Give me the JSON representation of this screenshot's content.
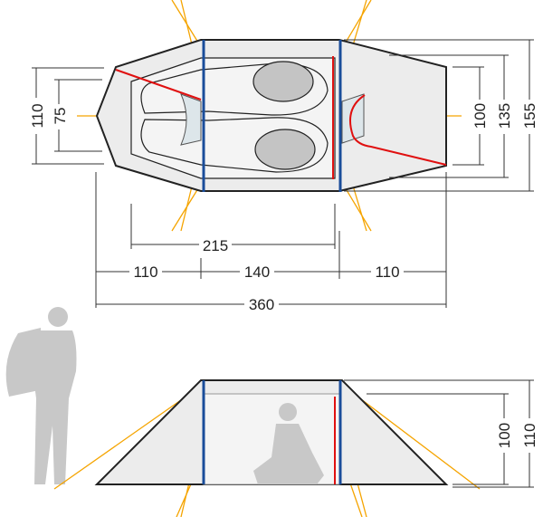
{
  "top_view": {
    "dimensions": {
      "left_width_outer": "110",
      "left_width_inner": "75",
      "inner_length": "215",
      "vestibule_left": "110",
      "inner_middle": "140",
      "vestibule_right": "110",
      "total_length": "360",
      "right_door": "100",
      "right_inner": "135",
      "right_outer": "155"
    }
  },
  "side_view": {
    "dimensions": {
      "inner_height": "100",
      "outer_height": "110"
    }
  },
  "colors": {
    "guy_lines": "#f5a400",
    "poles": "#1a4d9a",
    "zipper": "#e01010"
  }
}
